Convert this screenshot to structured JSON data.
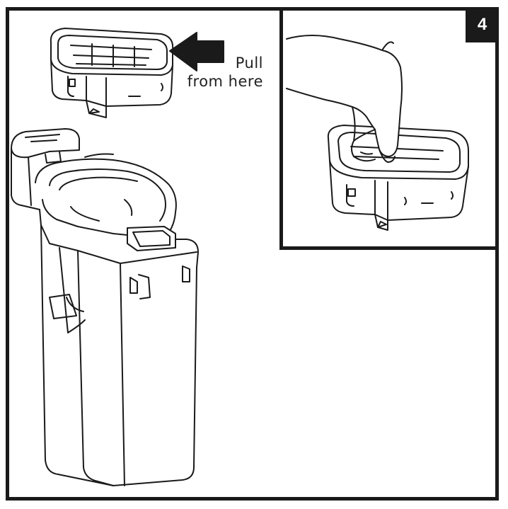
{
  "step_number": "4",
  "callout": {
    "line1": "Pull",
    "line2": "from here"
  },
  "icons": {
    "arrow": "left-arrow-icon"
  },
  "colors": {
    "ink": "#1a1a1a",
    "background": "#ffffff"
  }
}
